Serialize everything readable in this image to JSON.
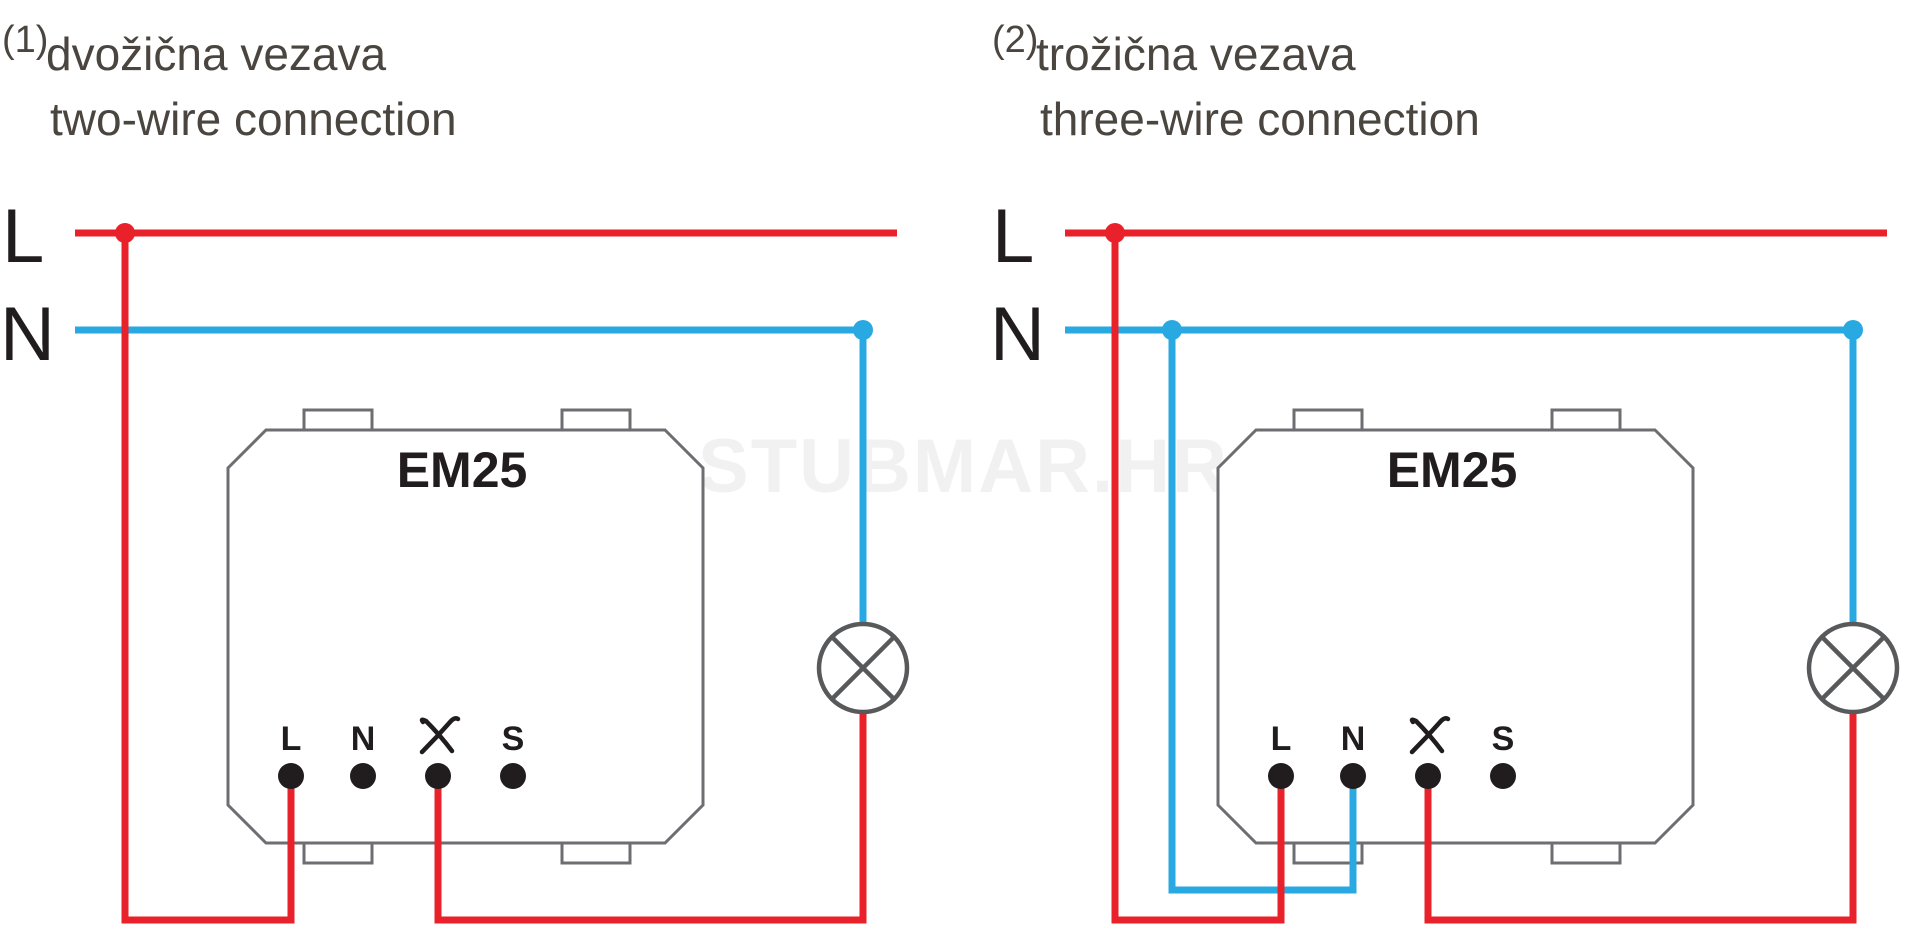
{
  "watermark": "STUBMAR.HR",
  "colors": {
    "live_wire": "#e8212a",
    "neutral_wire": "#29a9e1",
    "device_outline": "#6d6e71",
    "lamp_outline": "#58595b",
    "text_dark": "#211d1e",
    "title_text": "#4a453f",
    "watermark_text": "#f1f1f1",
    "background": "#ffffff"
  },
  "diagrams": [
    {
      "index_label": "(1)",
      "title_local": "dvožična vezava",
      "title_english": "two-wire connection",
      "bus_labels": {
        "live": "L",
        "neutral": "N"
      },
      "device_model": "EM25",
      "terminals": {
        "live": "L",
        "neutral": "N",
        "load_symbol": "✗",
        "switch": "S"
      },
      "connections": [
        "L bus → device terminal L",
        "device terminal ✗ → lamp → N bus"
      ]
    },
    {
      "index_label": "(2)",
      "title_local": "trožična vezava",
      "title_english": "three-wire connection",
      "bus_labels": {
        "live": "L",
        "neutral": "N"
      },
      "device_model": "EM25",
      "terminals": {
        "live": "L",
        "neutral": "N",
        "load_symbol": "✗",
        "switch": "S"
      },
      "connections": [
        "L bus → device terminal L",
        "N bus → device terminal N",
        "device terminal ✗ → lamp → N bus"
      ]
    }
  ]
}
